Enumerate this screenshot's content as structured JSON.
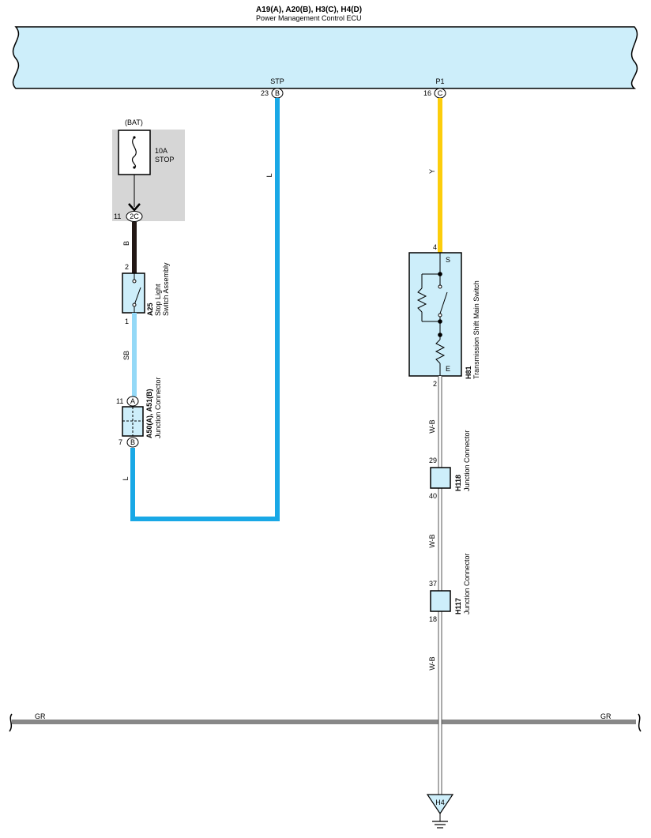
{
  "ecu": {
    "codes": "A19(A), A20(B), H3(C), H4(D)",
    "name": "Power Management Control ECU",
    "pins": [
      {
        "label": "STP",
        "number": "23",
        "connector": "B"
      },
      {
        "label": "P1",
        "number": "16",
        "connector": "C"
      }
    ]
  },
  "fuse": {
    "source": "(BAT)",
    "rating": "10A",
    "name": "STOP",
    "pin_number": "11",
    "connector": "2C"
  },
  "stop_light_switch": {
    "code": "A25",
    "name_line1": "Stop Light",
    "name_line2": "Switch Assembly",
    "pin_top": "2",
    "pin_bottom": "1"
  },
  "junction_a50": {
    "codes": "A50(A), A51(B)",
    "name": "Junction Connector",
    "pin_top_number": "11",
    "pin_top_connector": "A",
    "pin_bottom_number": "7",
    "pin_bottom_connector": "B"
  },
  "shift_switch": {
    "code": "H81",
    "name": "Transmission Shift Main Switch",
    "pin_top": "4",
    "pin_bottom": "2",
    "terminal_s": "S",
    "terminal_e": "E"
  },
  "junction_h118": {
    "code": "H118",
    "name": "Junction Connector",
    "pin_top": "29",
    "pin_bottom": "40"
  },
  "junction_h117": {
    "code": "H117",
    "name": "Junction Connector",
    "pin_top": "37",
    "pin_bottom": "18"
  },
  "wires": {
    "stp": "L",
    "p1": "Y",
    "fuse_to_switch": "B",
    "switch_to_junction": "SB",
    "junction_out": "L",
    "ground_1": "W-B",
    "ground_2": "W-B",
    "ground_3": "W-B",
    "bus_left": "GR",
    "bus_right": "GR"
  },
  "ground": {
    "label": "H4"
  },
  "colors": {
    "component_fill": "#cdeefa",
    "wire_blue": "#19a8e6",
    "wire_yellow": "#fccd0c",
    "wire_black": "#231815",
    "wire_sky": "#94d9f7",
    "wire_gray": "#888888",
    "fuse_box_fill": "#d6d6d6"
  }
}
